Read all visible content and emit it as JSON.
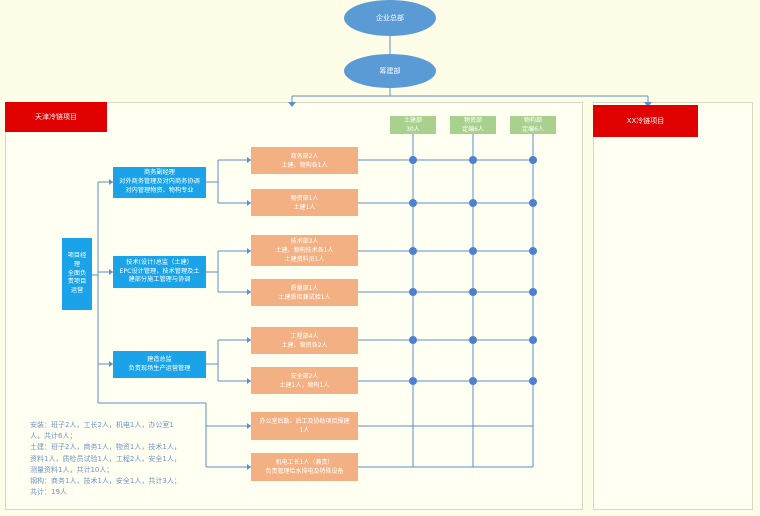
{
  "top": {
    "company": "企业总部",
    "project_dept": "筹建部"
  },
  "left_project": {
    "title": "天津冷链项目",
    "manager": [
      "项目经",
      "理",
      "全面负",
      "责项目",
      "运营"
    ],
    "directors": [
      [
        "商务副经理",
        "对外商务管理及对内商务协调",
        "对内管理物资、物构专业"
      ],
      [
        "技术(设计)总监（土建）",
        "EPC设计管理，技术管理及土",
        "建部分施工管理与协调"
      ],
      [
        "建造总监",
        "负责现场生产运营管理"
      ]
    ],
    "departments": [
      [
        "商务部2人",
        "土建、物构各1人"
      ],
      [
        "物资部1人",
        "土建1人"
      ],
      [
        "技术部3人",
        "土建、物构技术各1人",
        "土建资料员1人"
      ],
      [
        "质量部1人",
        "土建质检兼试验1人"
      ],
      [
        "工程部4人",
        "土建、物资各2人"
      ],
      [
        "安全部2人",
        "土建1人，物构1人"
      ],
      [
        "办公室后勤、后工及协助项目报建",
        "1人"
      ],
      [
        "机电工长1人（兼责）",
        "负责管理给水排电及特殊设备"
      ]
    ],
    "columns": [
      [
        "土建部",
        "30人"
      ],
      [
        "物资部",
        "定编6人"
      ],
      [
        "物构部",
        "定编6人"
      ]
    ],
    "notes": [
      "安装：班子2人，工长2人，机电1人，办公室1",
      "人，共计6人；",
      "土建：班子2人，商务1人，物资1人，技术1人，",
      "资料1人，质检员试验1人，工程2人，安全1人，",
      "测量资料1人，共计10人；",
      "钢构：商务1人，技术1人，安全1人，共计3人；",
      "共计：19人"
    ]
  },
  "right_project": {
    "title": "XX冷链项目"
  },
  "colors": {
    "ellipse": "#5b9bd5",
    "red": "#e00000",
    "blue": "#1aa3e8",
    "orange": "#f3b183",
    "green": "#a9d18e",
    "line": "#5b8fd0",
    "dot": "#4f7fcf"
  }
}
